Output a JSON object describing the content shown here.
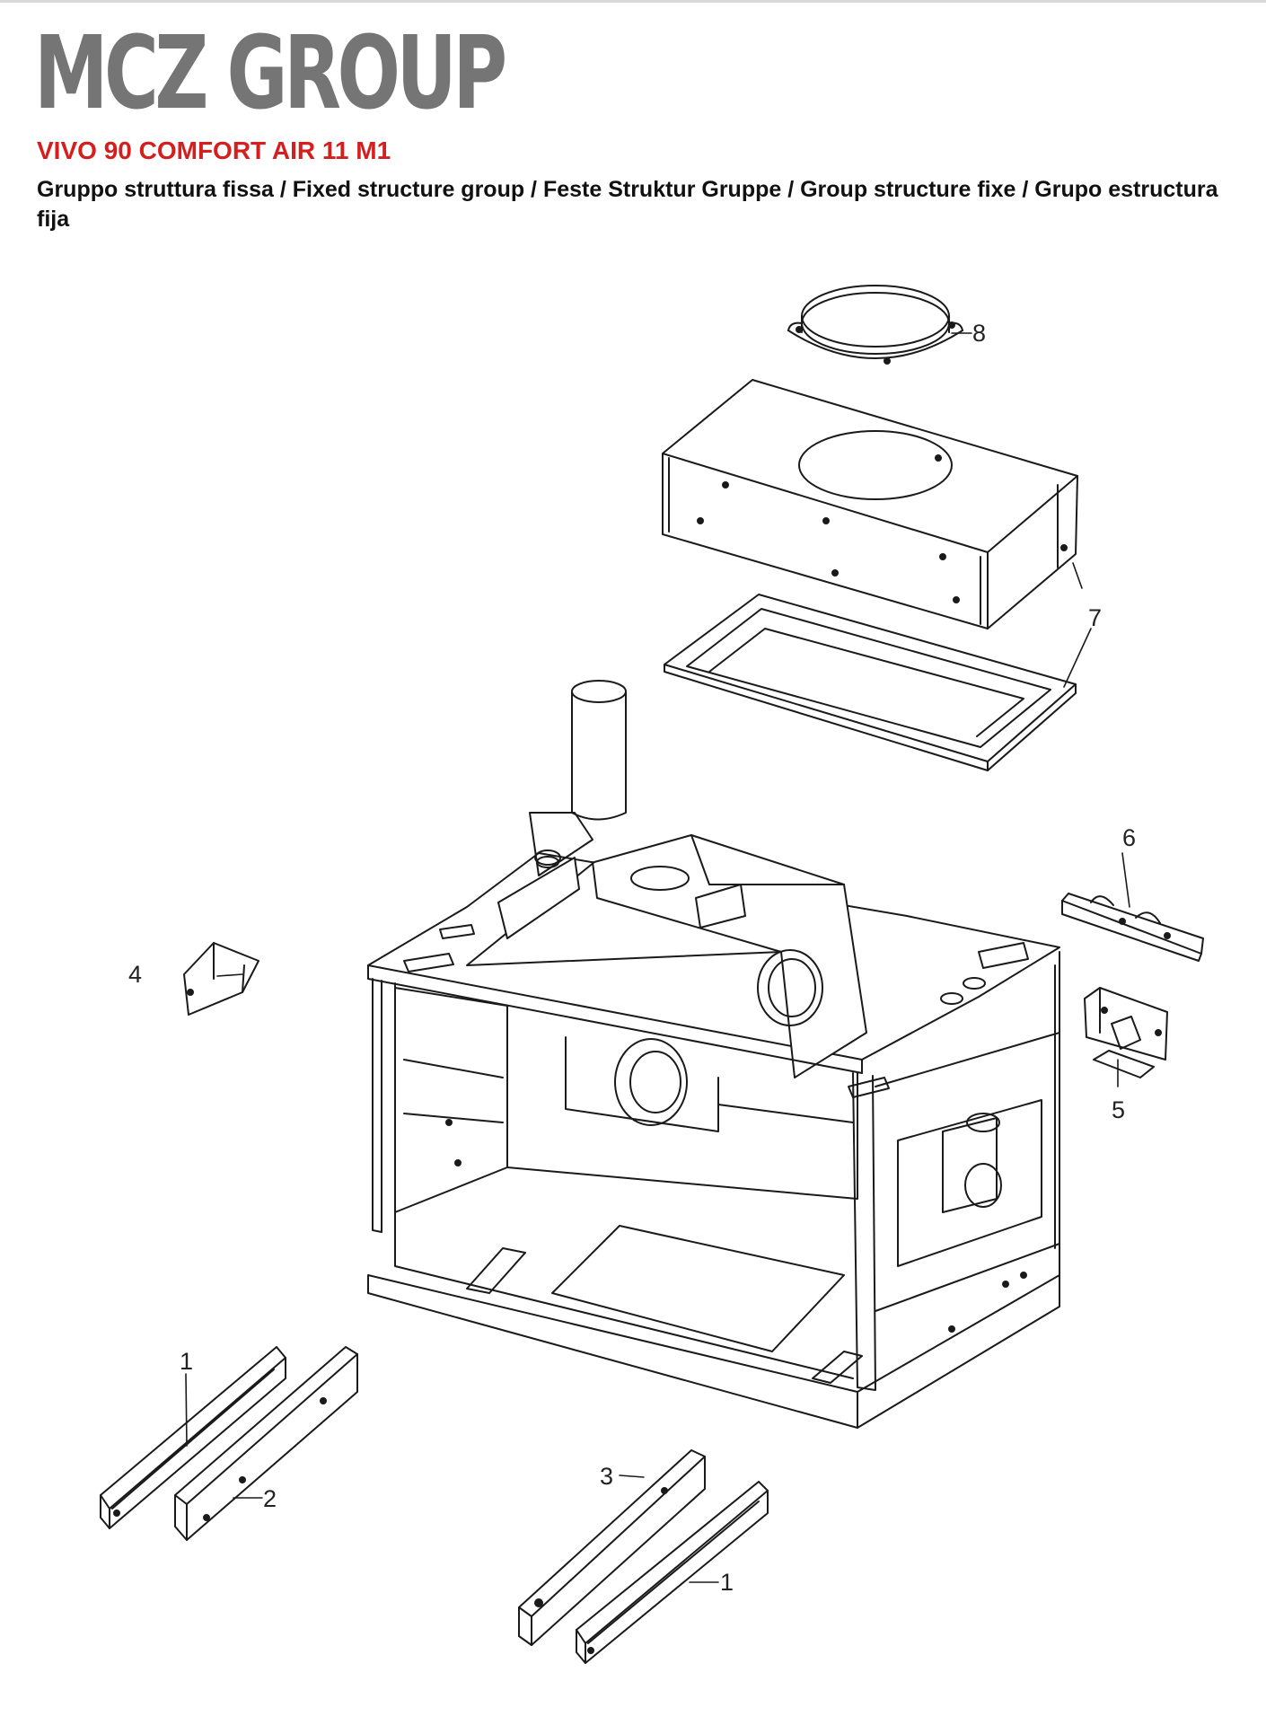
{
  "header": {
    "logo_text": "MCZ GROUP",
    "model": "VIVO 90 COMFORT AIR 11 M1",
    "subtitle": "Gruppo struttura fissa / Fixed structure group / Feste Struktur Gruppe / Group structure fixe / Grupo estructura fija"
  },
  "callouts": [
    {
      "id": "1a",
      "label": "1"
    },
    {
      "id": "2",
      "label": "2"
    },
    {
      "id": "3",
      "label": "3"
    },
    {
      "id": "1b",
      "label": "1"
    },
    {
      "id": "4",
      "label": "4"
    },
    {
      "id": "5",
      "label": "5"
    },
    {
      "id": "6",
      "label": "6"
    },
    {
      "id": "7",
      "label": "7"
    },
    {
      "id": "8",
      "label": "8"
    }
  ],
  "colors": {
    "brand_gray": "#757575",
    "model_red": "#d41f1f",
    "line": "#1a1a1a"
  }
}
